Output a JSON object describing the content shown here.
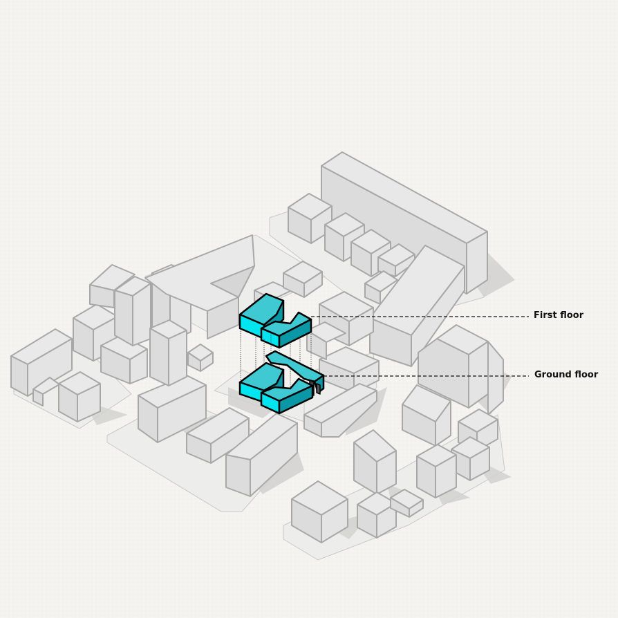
{
  "diagram": {
    "type": "isometric exploded site axonometric",
    "colors": {
      "background": "#f3f2ee",
      "context_top": "#e9e9e9",
      "context_left": "#dedede",
      "context_right": "#d4d4d4",
      "context_stroke": "#a9a9a9",
      "plot": "#ececec",
      "plot_stroke": "#c4c4c4",
      "shadow": "#cfcfcf",
      "focus_top": "#33ccd6",
      "focus_left": "#00e5f0",
      "focus_right": "#0a9aa8",
      "focus_stroke": "#000000",
      "leader_line": "#111111"
    }
  },
  "labels": {
    "first_floor": "First floor",
    "ground_floor": "Ground floor"
  },
  "focus_building": {
    "floors": [
      "First floor",
      "Ground floor"
    ],
    "first_floor_blocks": 2,
    "ground_floor_blocks": 3
  },
  "context": {
    "building_count": 38,
    "plot_count": 7
  }
}
